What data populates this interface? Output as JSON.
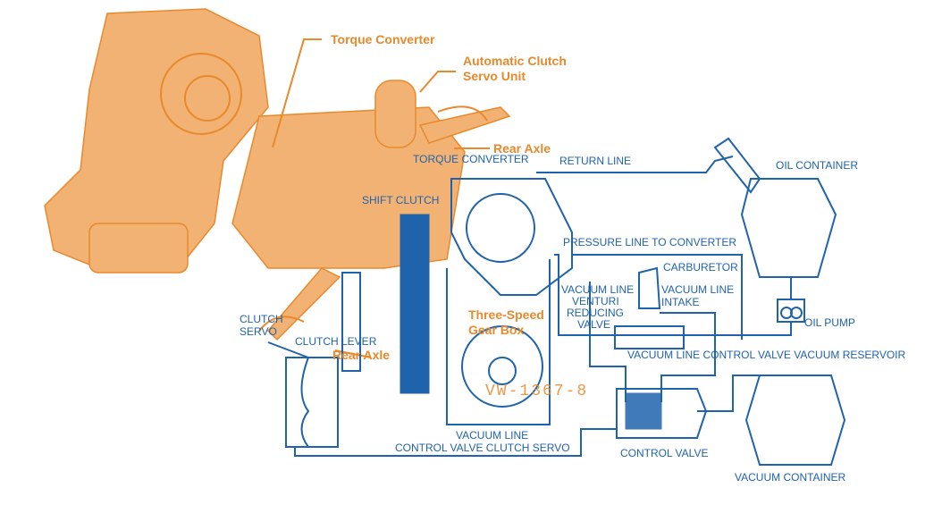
{
  "colors": {
    "engine": "#e8892c",
    "hydraulic": "#2063ad"
  },
  "orange_labels": {
    "torque_converter": "Torque Converter",
    "automatic_clutch_1": "Automatic Clutch",
    "automatic_clutch_2": "Servo Unit",
    "rear_axle_top": "Rear Axle",
    "three_speed_1": "Three-Speed",
    "three_speed_2": "Gear Box",
    "rear_axle_bottom": "Rear Axle"
  },
  "blue_labels": {
    "torque_converter": "TORQUE CONVERTER",
    "return_line": "RETURN LINE",
    "oil_container": "OIL CONTAINER",
    "shift_clutch": "SHIFT CLUTCH",
    "pressure_line": "PRESSURE LINE TO CONVERTER",
    "carburetor": "CARBURETOR",
    "venturi_1": "VACUUM LINE",
    "venturi_2": "VENTURI",
    "venturi_3": "REDUCING",
    "venturi_4": "VALVE",
    "intake_1": "VACUUM LINE",
    "intake_2": "INTAKE",
    "oil_pump": "OIL PUMP",
    "clutch_servo_1": "CLUTCH",
    "clutch_servo_2": "SERVO",
    "clutch_lever": "CLUTCH LEVER",
    "reservoir_line": "VACUUM LINE CONTROL VALVE VACUUM RESERVOIR",
    "servo_line_1": "VACUUM LINE",
    "servo_line_2": "CONTROL VALVE CLUTCH SERVO",
    "control_valve": "CONTROL VALVE",
    "vacuum_container": "VACUUM CONTAINER"
  },
  "figure_id": "VW-1367-8"
}
